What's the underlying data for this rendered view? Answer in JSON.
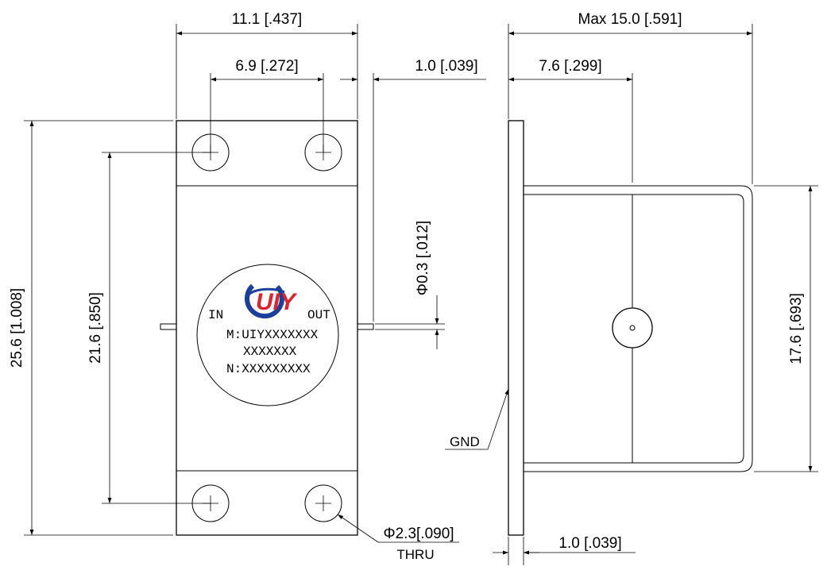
{
  "front_view": {
    "dims": {
      "width_overall": "11.1 [.437]",
      "hole_spacing_x": "6.9 [.272]",
      "pin_length": "1.0 [.039]",
      "height_overall": "25.6 [1.008]",
      "hole_spacing_y": "21.6 [.850]",
      "pin_diameter": "Φ0.3 [.012]",
      "hole_diameter": "Φ2.3[.090]",
      "hole_note": "THRU"
    },
    "label": {
      "in": "IN",
      "out": "OUT",
      "model": "M:UIYXXXXXXX",
      "model2": "XXXXXXX",
      "serial": "N:XXXXXXXXX",
      "logo_text": "UIY",
      "logo_colors": {
        "blue": "#1b3f9a",
        "red": "#e0202a"
      }
    }
  },
  "side_view": {
    "dims": {
      "max_length": "Max 15.0 [.591]",
      "connector_offset": "7.6 [.299]",
      "body_height": "17.6 [.693]",
      "flange_thickness": "1.0 [.039]"
    },
    "gnd_label": "GND"
  }
}
